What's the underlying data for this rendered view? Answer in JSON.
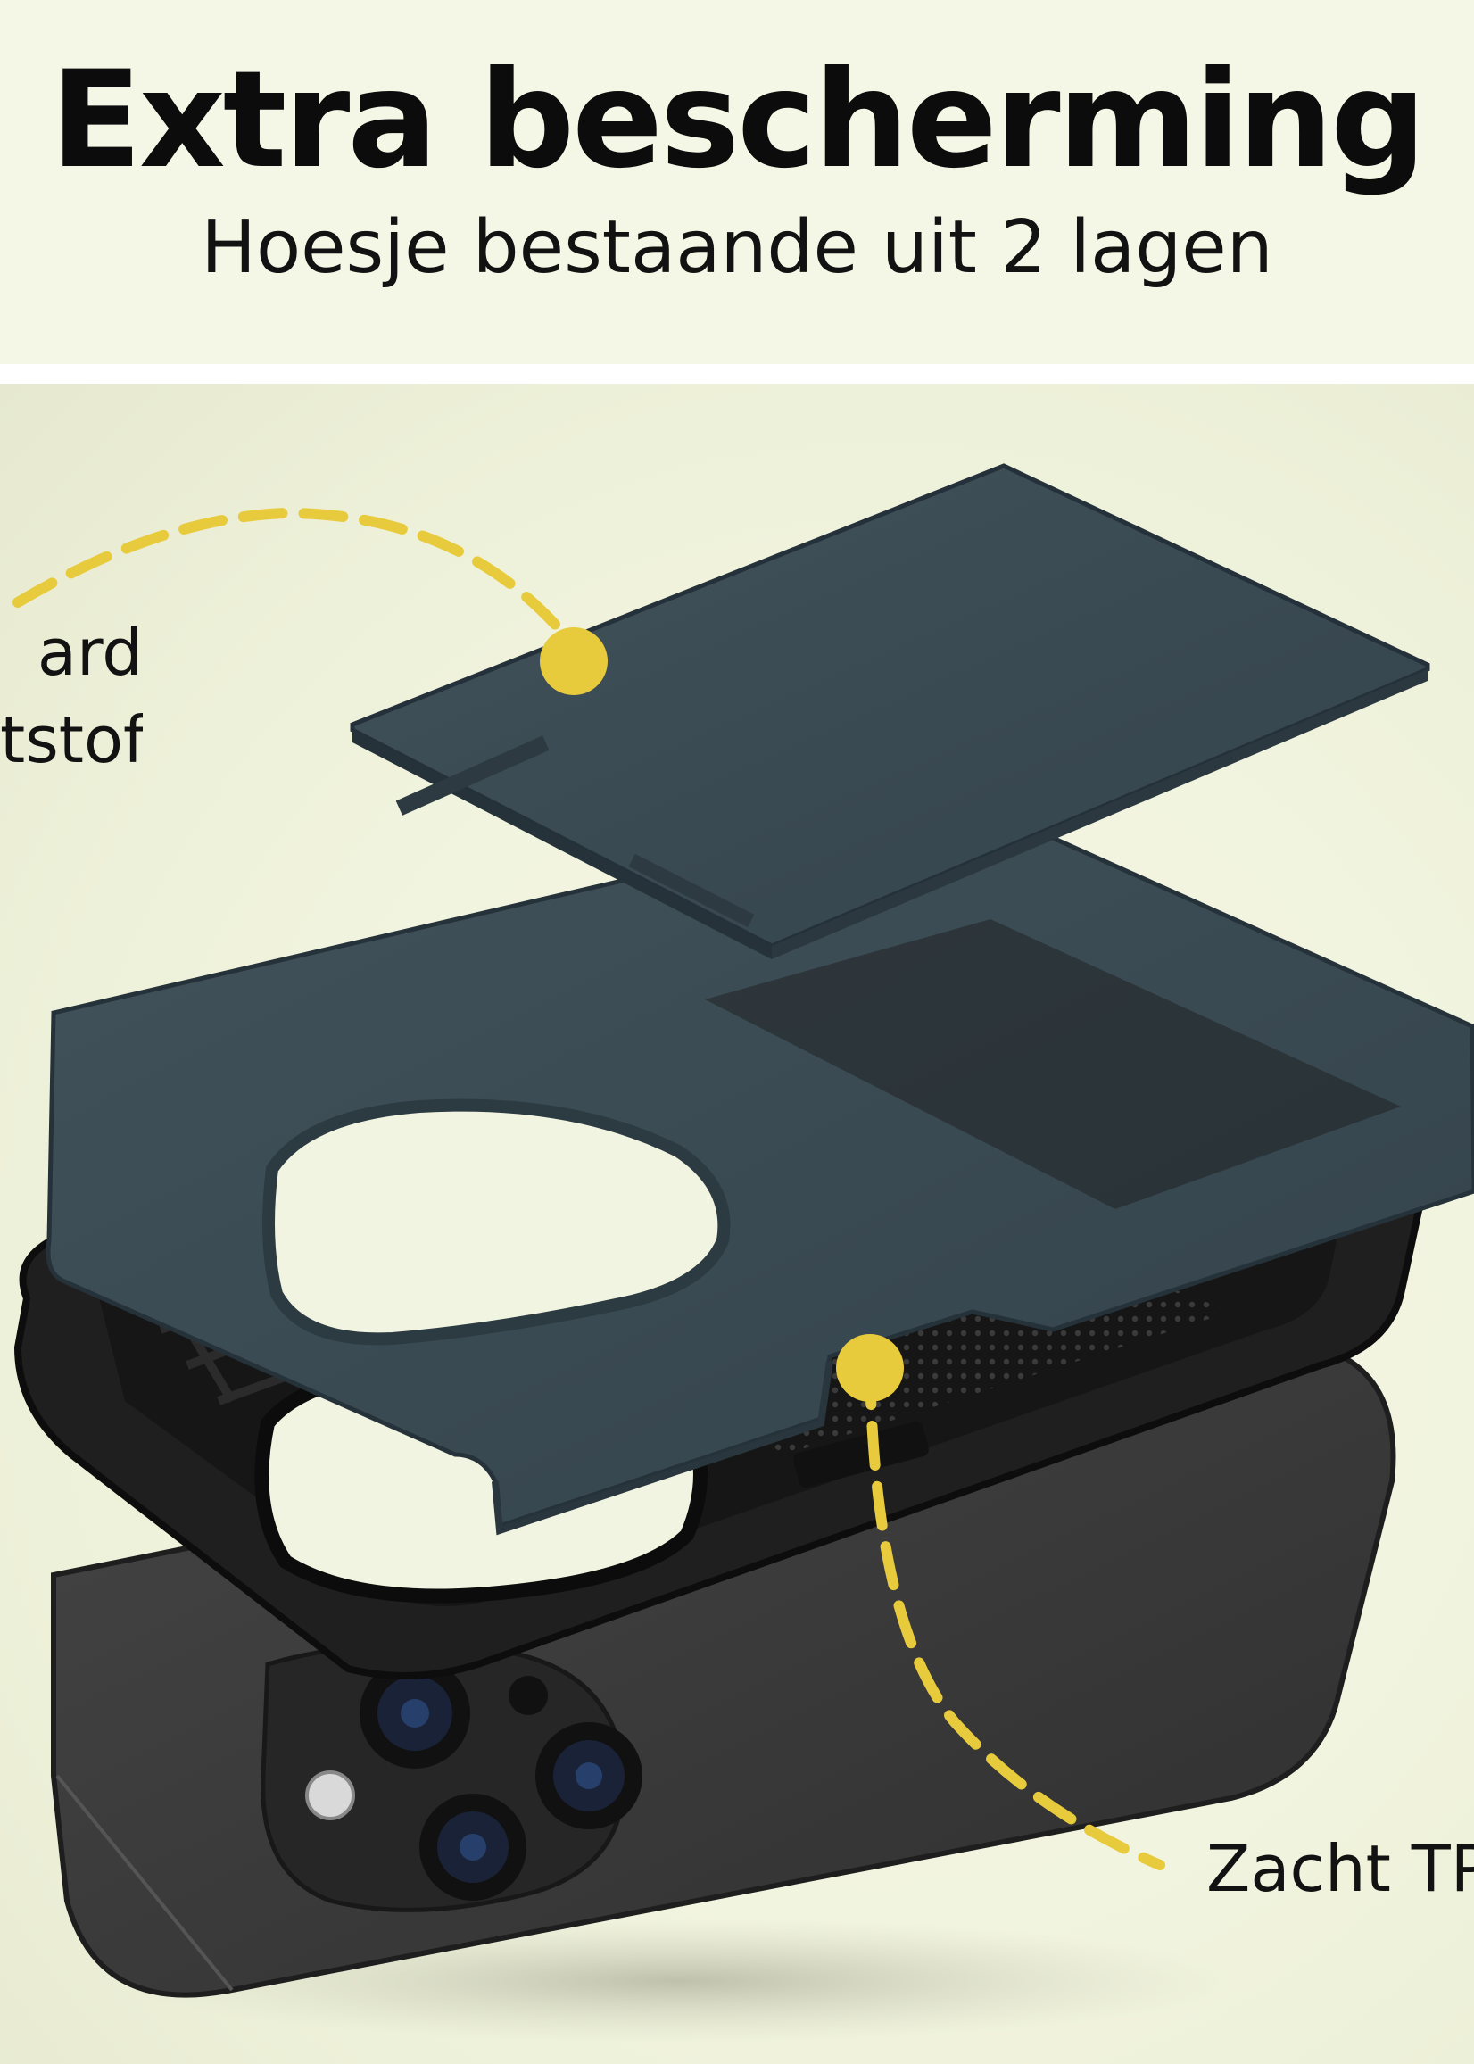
{
  "header": {
    "title": "Extra bescherming",
    "subtitle": "Hoesje bestaande uit 2 lagen"
  },
  "callouts": {
    "hard_shell": {
      "line1": "ard",
      "line2": "tstof"
    },
    "soft_tpu": {
      "label": "Zacht TP"
    }
  },
  "colors": {
    "background": "#f5f7e6",
    "accent_yellow": "#e8cb3c",
    "hard_shell": "#3b4a52",
    "soft_layer": "#1c1c1c",
    "phone_body": "#3a3a3a"
  },
  "icons": {
    "hotspot_marker": "yellow-dot-icon",
    "camera_lens": "camera-lens-icon"
  }
}
